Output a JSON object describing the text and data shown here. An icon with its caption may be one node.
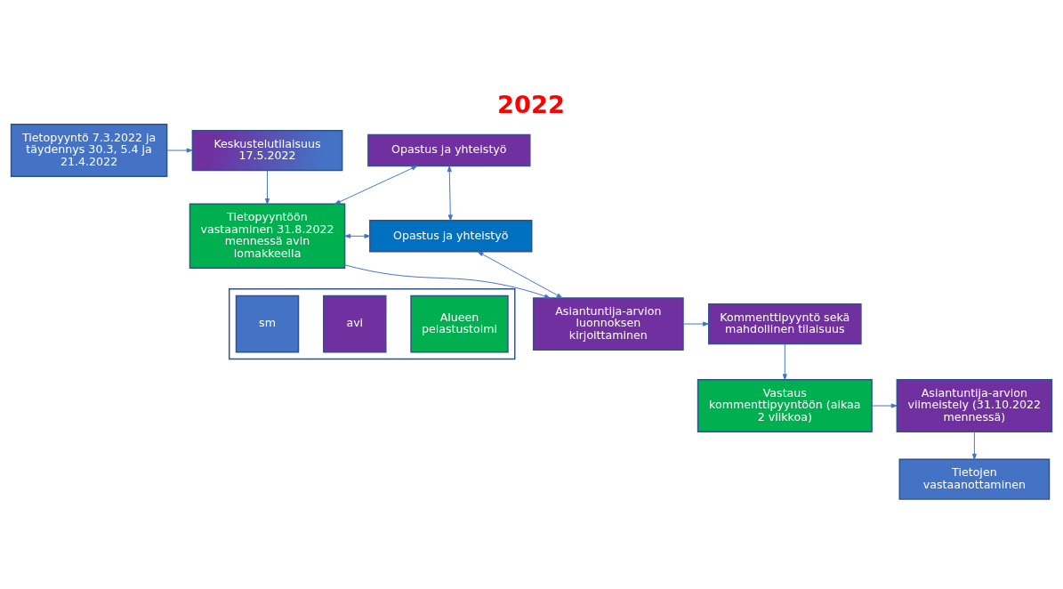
{
  "diagram": {
    "title": "2022",
    "nodes": [
      {
        "text": [
          "Tietopyyntö 7.3.2022 ja täydennys 30.3, 5.4 ja 21.4.2022"
        ]
      },
      {
        "text": [
          "Keskustelutilaisuus 17.5.2022"
        ]
      },
      {
        "text": [
          "Opastus ja yhteistyö"
        ]
      },
      {
        "text": [
          "Opastus ja yhteistyö"
        ]
      },
      {
        "text": [
          "Tietopyyntöön vastaaminen 31.8.2022 mennessä avin lomakkeella"
        ]
      },
      {
        "text": [
          "Asiantuntija-arvion luonnoksen kirjoittaminen"
        ]
      },
      {
        "text": [
          "Kommenttipyyntö sekä mahdollinen tilaisuus"
        ]
      },
      {
        "text": [
          "Vastaus kommenttipyyntöön (aikaa 2 viikkoa)"
        ]
      },
      {
        "text": [
          "Asiantuntija-arvion viimeistely (31.10.2022 mennessä)"
        ]
      },
      {
        "text": [
          "Tietojen vastaanottaminen"
        ]
      },
      {
        "text": [],
        "shape": "box"
      }
    ],
    "edges": [
      {
        "from": 0,
        "to": 1,
        "arrow": "to"
      },
      {
        "from": 1,
        "to": 4,
        "arrow": "to"
      },
      {
        "from": 4,
        "to": 2,
        "arrow": "both"
      },
      {
        "from": 4,
        "to": 3,
        "arrow": "both"
      },
      {
        "from": 2,
        "to": 3,
        "arrow": "both"
      },
      {
        "from": 3,
        "to": 5,
        "arrow": "both"
      },
      {
        "from": 4,
        "to": 5,
        "arrow": "to"
      },
      {
        "from": 5,
        "to": 6,
        "arrow": "to"
      },
      {
        "from": 6,
        "to": 7,
        "arrow": "to"
      },
      {
        "from": 7,
        "to": 8,
        "arrow": "to"
      },
      {
        "from": 8,
        "to": 9,
        "arrow": "to"
      }
    ],
    "legend": [
      {
        "text": "sm",
        "color": "#4472c4"
      },
      {
        "text": "avi",
        "color": "#7030a0"
      },
      {
        "text": "Alueen pelastustoimi",
        "color": "#00b050"
      }
    ]
  }
}
